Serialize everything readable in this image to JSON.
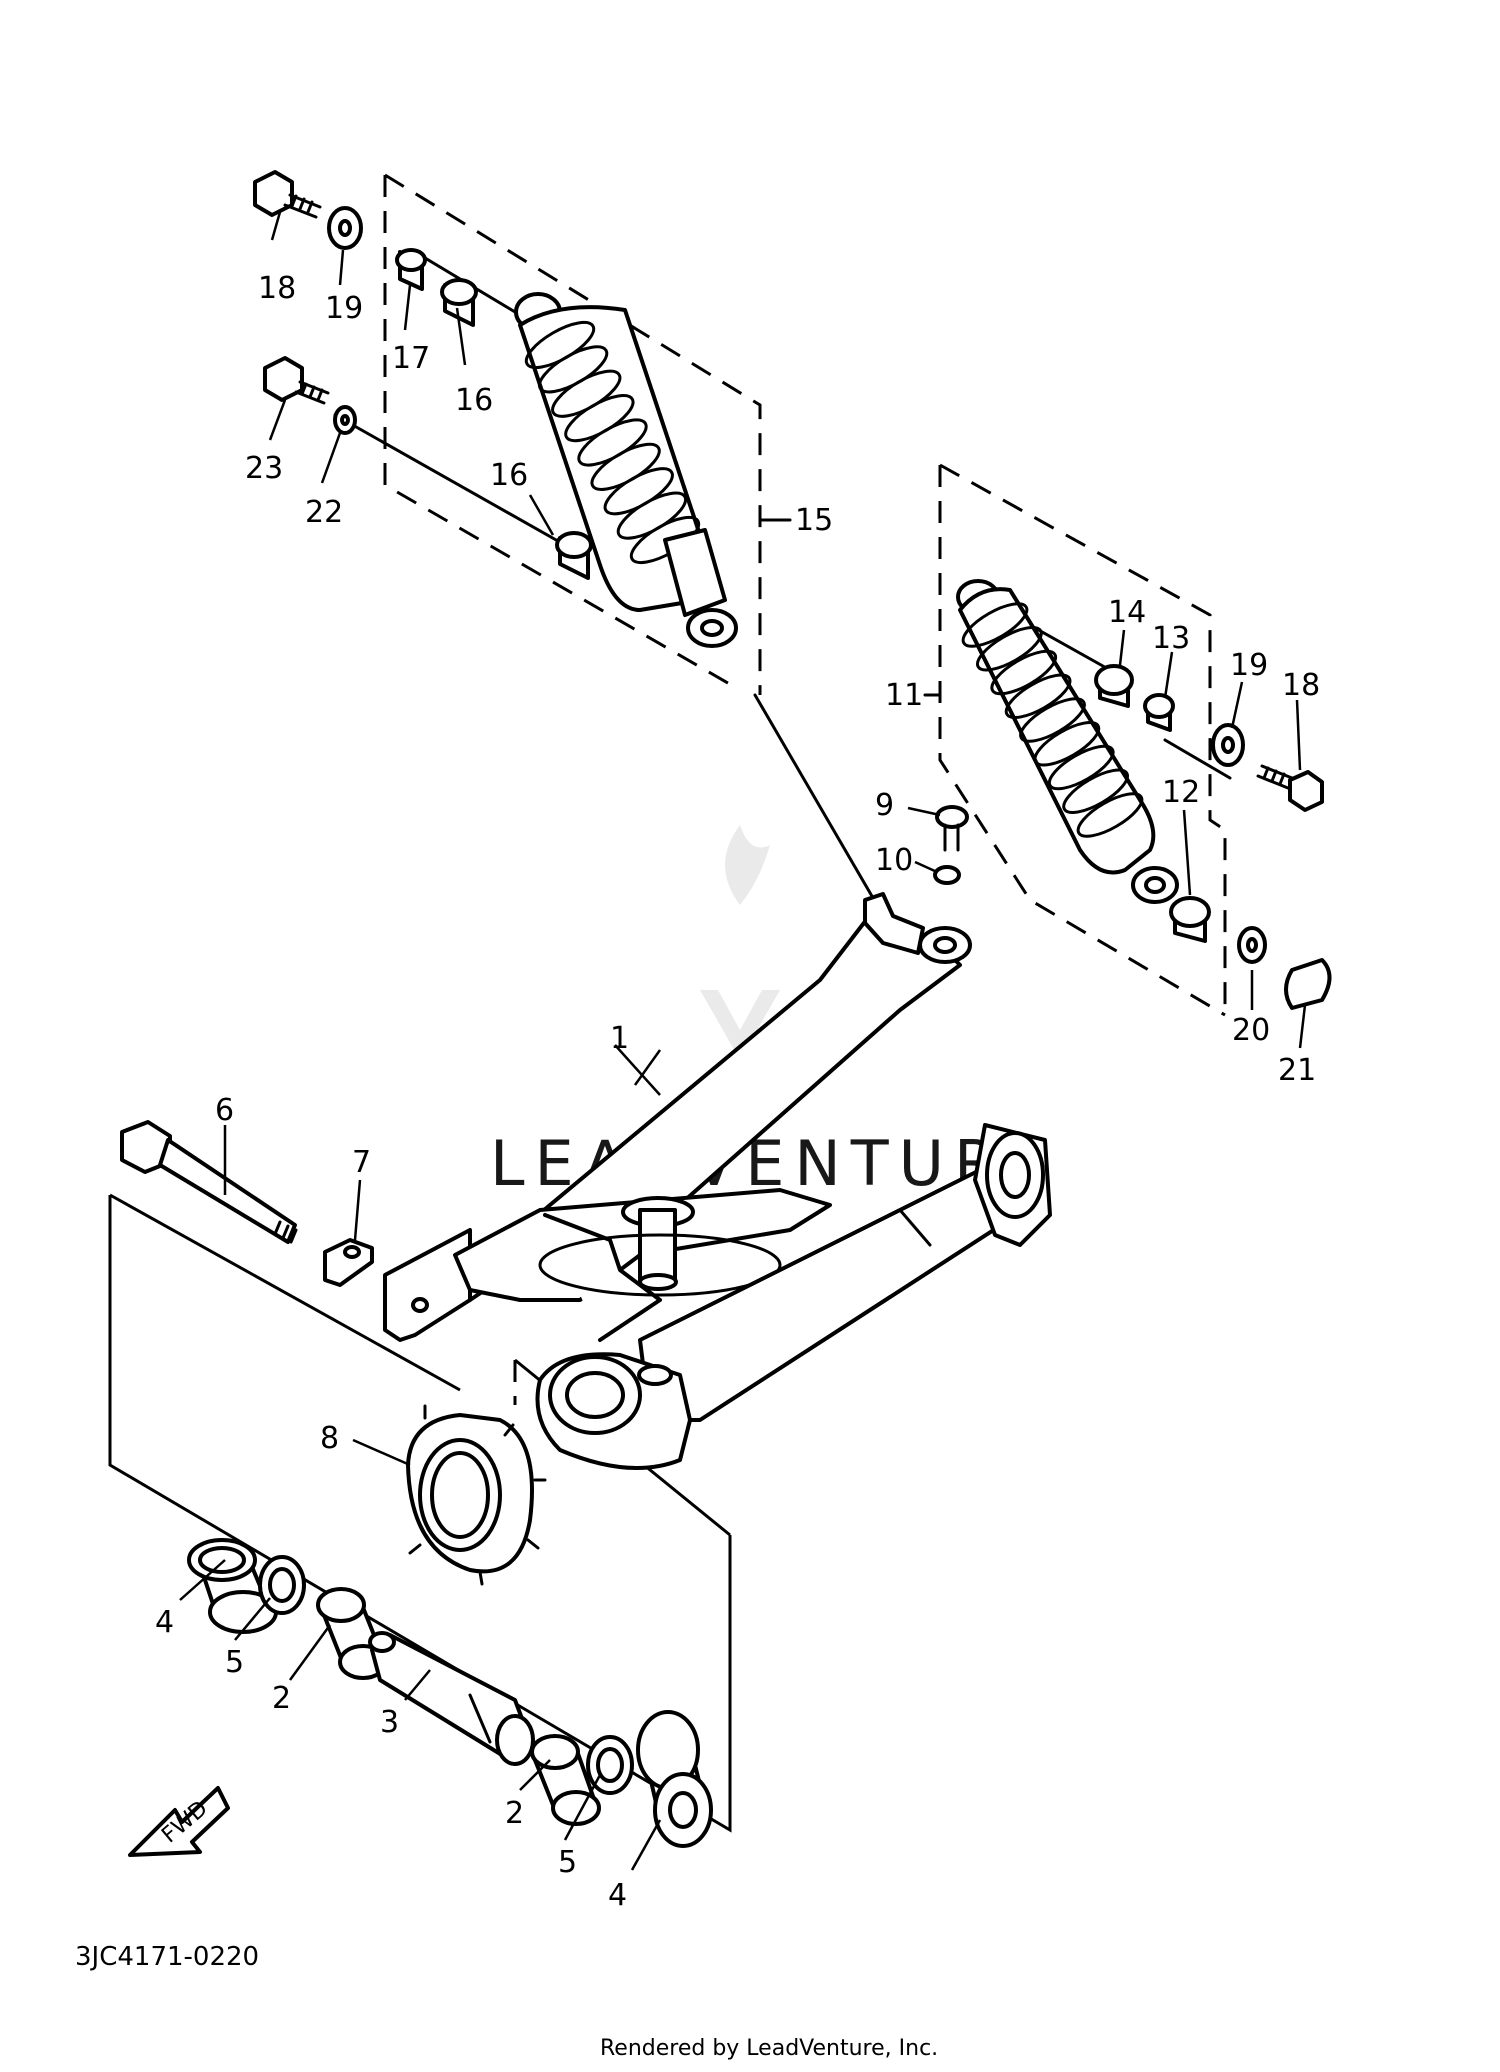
{
  "diagram": {
    "part_code": "3JC4171-0220",
    "footer": "Rendered by LeadVenture, Inc.",
    "watermark": "LEADVENTURE",
    "fwd_label": "FWD"
  },
  "callouts": [
    {
      "id": "c1",
      "text": "1"
    },
    {
      "id": "c2a",
      "text": "2"
    },
    {
      "id": "c2b",
      "text": "2"
    },
    {
      "id": "c3",
      "text": "3"
    },
    {
      "id": "c4a",
      "text": "4"
    },
    {
      "id": "c4b",
      "text": "4"
    },
    {
      "id": "c5a",
      "text": "5"
    },
    {
      "id": "c5b",
      "text": "5"
    },
    {
      "id": "c6",
      "text": "6"
    },
    {
      "id": "c7",
      "text": "7"
    },
    {
      "id": "c8",
      "text": "8"
    },
    {
      "id": "c9",
      "text": "9"
    },
    {
      "id": "c10",
      "text": "10"
    },
    {
      "id": "c11",
      "text": "11"
    },
    {
      "id": "c12",
      "text": "12"
    },
    {
      "id": "c13",
      "text": "13"
    },
    {
      "id": "c14",
      "text": "14"
    },
    {
      "id": "c15",
      "text": "15"
    },
    {
      "id": "c16a",
      "text": "16"
    },
    {
      "id": "c16b",
      "text": "16"
    },
    {
      "id": "c17",
      "text": "17"
    },
    {
      "id": "c18a",
      "text": "18"
    },
    {
      "id": "c18b",
      "text": "18"
    },
    {
      "id": "c19a",
      "text": "19"
    },
    {
      "id": "c19b",
      "text": "19"
    },
    {
      "id": "c20",
      "text": "20"
    },
    {
      "id": "c21",
      "text": "21"
    },
    {
      "id": "c22",
      "text": "22"
    },
    {
      "id": "c23",
      "text": "23"
    }
  ]
}
